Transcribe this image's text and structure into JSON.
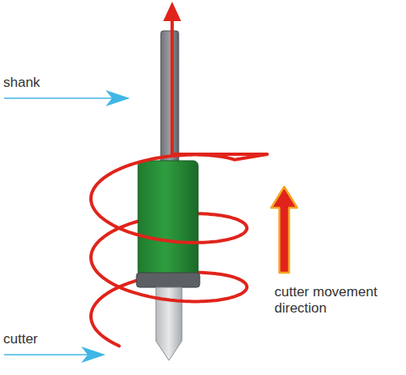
{
  "diagram": {
    "labels": [
      "shank",
      "cutter",
      "cutter movement direction"
    ]
  }
}
